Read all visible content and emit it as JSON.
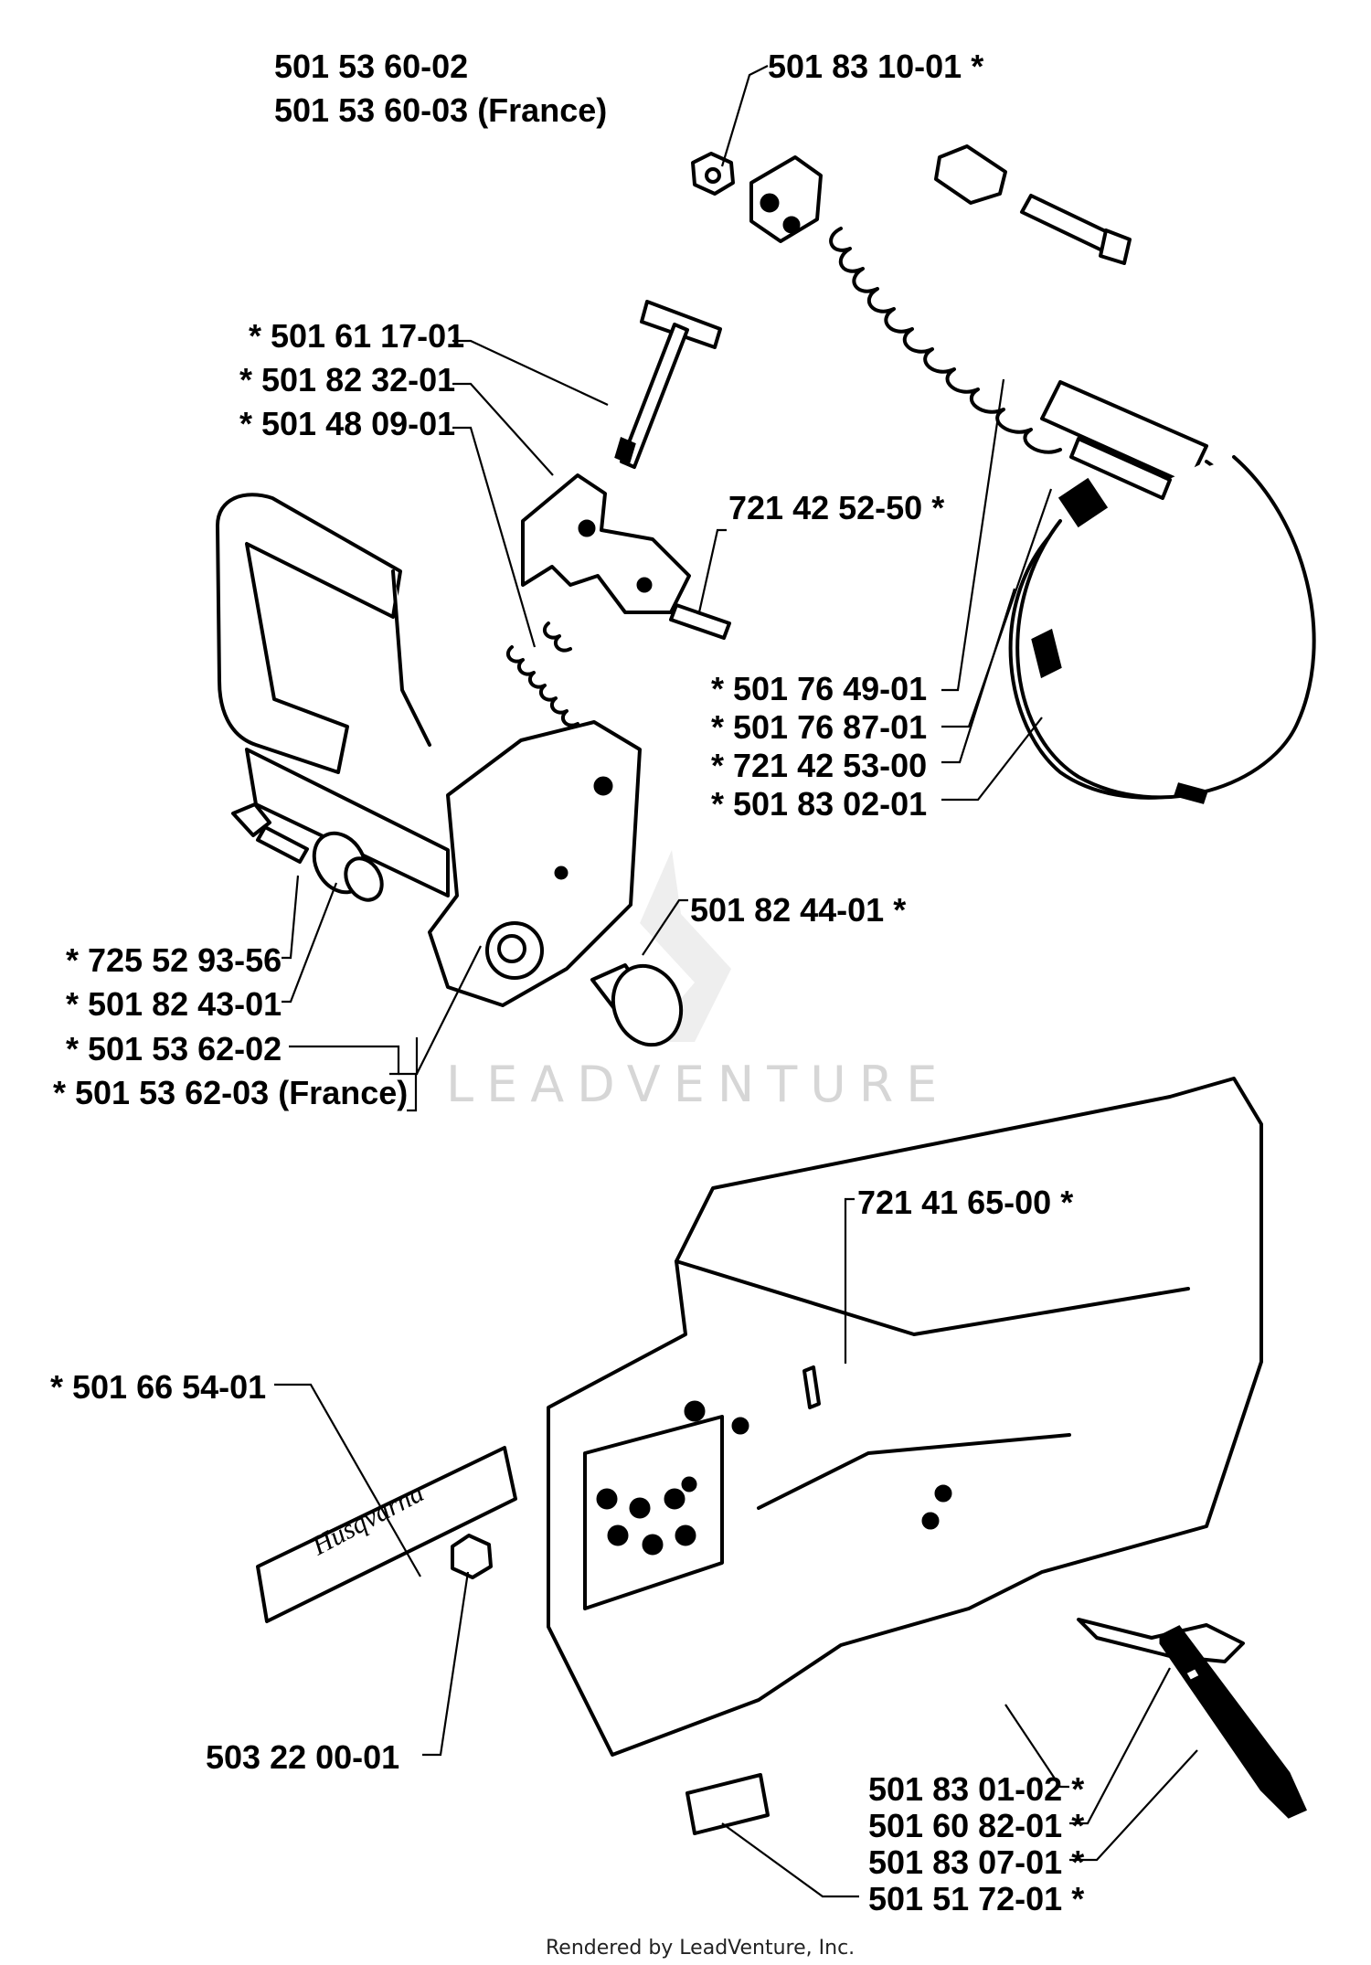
{
  "watermark": "LEADVENTURE",
  "footer": "Rendered by LeadVenture, Inc.",
  "decal_text": "Husqvarna",
  "part_labels": {
    "brake_assembly_main": "501 53 60-02",
    "brake_assembly_france": "501 53 60-03 (France)",
    "nut_top": "501 83 10-01  *",
    "screw_pin": "* 501 61 17-01",
    "lever": "*  501 82 32-01",
    "spring_small": "*  501 48 09-01",
    "pin": "721 42 52-50  *",
    "spring_large": "*  501 76 49-01",
    "link": "*  501 76 87-01",
    "rivet": "*  721 42 53-00",
    "brake_band": "*  501 83 02-01",
    "bolt_handle": "*  725 52 93-56",
    "bushing": "*  501 82 43-01",
    "handle_main": "*  501 53 62-02",
    "handle_france": "*  501 53 62-03 (France)",
    "knob": "501 82 44-01  *",
    "cover_screw": "721 41 65-00  *",
    "decal": "*  501 66 54-01",
    "cover_nut": "503 22 00-01",
    "cover_part_1": "501 83 01-02  *",
    "cover_part_2": "501 60 82-01  *",
    "cover_part_3": "501 83 07-01  *",
    "cover_part_4": "501 51 72-01  *"
  }
}
